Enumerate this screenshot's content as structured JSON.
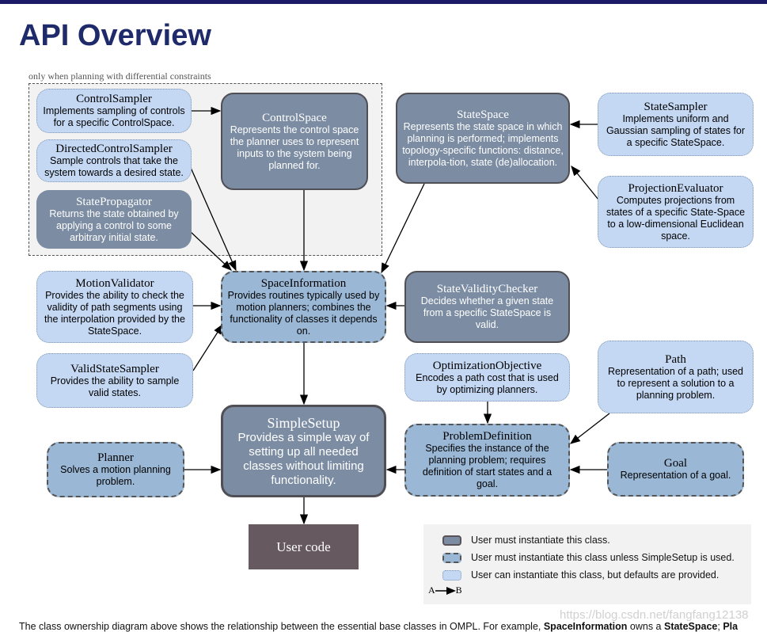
{
  "page_title": "API Overview",
  "region_label": "only when planning with differential constraints",
  "nodes": {
    "control_sampler": {
      "title": "ControlSampler",
      "desc": "Implements sampling of controls for a specific ControlSpace."
    },
    "directed_control_sampler": {
      "title": "DirectedControlSampler",
      "desc": "Sample controls that take the system towards a desired state."
    },
    "state_propagator": {
      "title": "StatePropagator",
      "desc": "Returns the state obtained by applying a control to some arbitrary initial state."
    },
    "control_space": {
      "title": "ControlSpace",
      "desc": "Represents the control space the planner uses to represent inputs to the system being planned for."
    },
    "state_space": {
      "title": "StateSpace",
      "desc": "Represents the state space in which planning is performed; implements topology-specific functions: distance, interpola-tion, state (de)allocation."
    },
    "state_sampler": {
      "title": "StateSampler",
      "desc": "Implements uniform and Gaussian sampling of states for a specific StateSpace."
    },
    "projection_evaluator": {
      "title": "ProjectionEvaluator",
      "desc": "Computes projections from states of a specific State-Space to a low-dimensional Euclidean space."
    },
    "motion_validator": {
      "title": "MotionValidator",
      "desc": "Provides the ability to check the validity of path segments using the interpolation provided by the StateSpace."
    },
    "space_information": {
      "title": "SpaceInformation",
      "desc": "Provides routines typically used by motion planners; combines the functionality of classes it depends on."
    },
    "state_validity_checker": {
      "title": "StateValidityChecker",
      "desc": "Decides whether a given state from a specific StateSpace is valid."
    },
    "valid_state_sampler": {
      "title": "ValidStateSampler",
      "desc": "Provides the ability to sample valid states."
    },
    "optimization_objective": {
      "title": "OptimizationObjective",
      "desc": "Encodes a path cost that is used by optimizing planners."
    },
    "path": {
      "title": "Path",
      "desc": "Representation of a path; used to represent a solution to a planning problem."
    },
    "simple_setup": {
      "title": "SimpleSetup",
      "desc": "Provides a simple way of setting up all needed classes without limiting functionality."
    },
    "planner": {
      "title": "Planner",
      "desc": "Solves a motion planning problem."
    },
    "problem_definition": {
      "title": "ProblemDefinition",
      "desc": "Specifies the instance of the planning problem; requires definition of start states and a goal."
    },
    "goal": {
      "title": "Goal",
      "desc": "Representation of a goal."
    },
    "user_code": {
      "title": "User code"
    }
  },
  "legend": {
    "must": "User must instantiate this class.",
    "unless": "User must instantiate this class unless SimpleSetup is used.",
    "optional": "User can instantiate this class, but defaults are provided.",
    "arrow_a": "A",
    "arrow_b": "B"
  },
  "footer": {
    "text_before": "The class ownership diagram above shows the relationship between the essential base classes in OMPL. For example, ",
    "bold1": "SpaceInformation",
    "mid": " owns a ",
    "bold2": "StateSpace",
    "after": "; ",
    "bold3": "Pla"
  },
  "watermark": "https://blog.csdn.net/fangfang12138",
  "colors": {
    "title": "#1f2a6b",
    "must": "#7b8ca3",
    "unless": "#9ab8d6",
    "optional": "#c5d8f3",
    "user_code": "#665a60"
  }
}
